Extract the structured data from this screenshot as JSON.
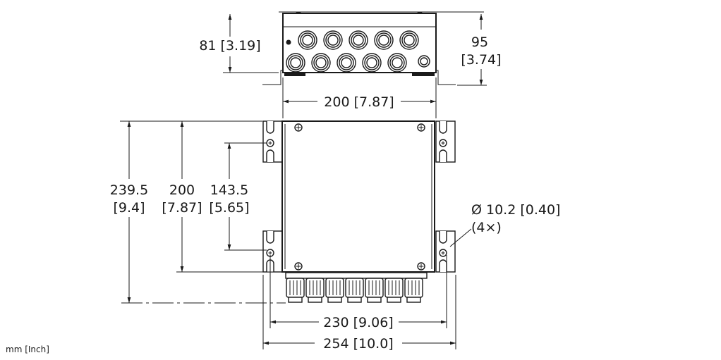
{
  "top_view": {
    "height_label": "81 [3.19]",
    "overall_height": "95",
    "overall_height_in": "[3.74]"
  },
  "front_view": {
    "width_label": "200 [7.87]",
    "overall_height": "239.5",
    "overall_height_in": "[9.4]",
    "box_height": "200",
    "box_height_in": "[7.87]",
    "hole_spacing": "143.5",
    "hole_spacing_in": "[5.65]",
    "hole_diameter": "Ø 10.2 [0.40]",
    "hole_count": "(4×)",
    "hole_span": "230 [9.06]",
    "overall_width": "254 [10.0]"
  },
  "units_note": "mm [Inch]"
}
